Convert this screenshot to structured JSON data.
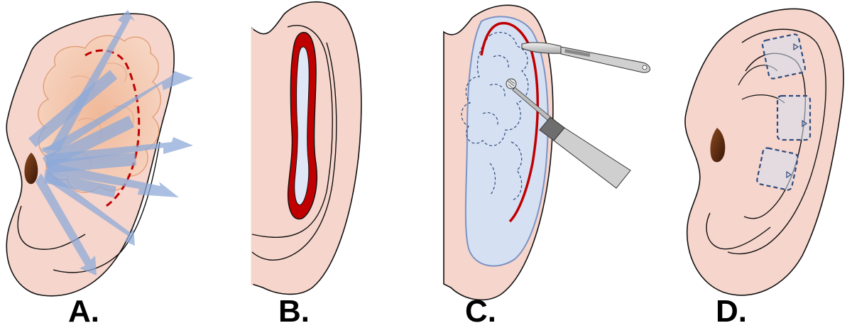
{
  "panels": [
    {
      "id": "A",
      "label": "A."
    },
    {
      "id": "B",
      "label": "B."
    },
    {
      "id": "C",
      "label": "C."
    },
    {
      "id": "D",
      "label": "D."
    }
  ],
  "colors": {
    "skin": "#f6d5cc",
    "outline": "#111111",
    "mass": "#f2c4a8",
    "mass_outline": "#e09a70",
    "red_line": "#c00000",
    "arrow": "#8ea9d8",
    "blue_fill": "#d6e0f3",
    "blue_dash": "#2f4b7c",
    "canal": "#5a2a10",
    "instrument": "#cfcfcf",
    "instrument_dark": "#6e6e6e"
  },
  "icons": {
    "A": "ear-with-mass-and-radial-arrows",
    "B": "ear-with-elongated-red-incision",
    "C": "ear-with-blue-flap-scalpel-and-probe",
    "D": "ear-with-three-dashed-boxes"
  }
}
